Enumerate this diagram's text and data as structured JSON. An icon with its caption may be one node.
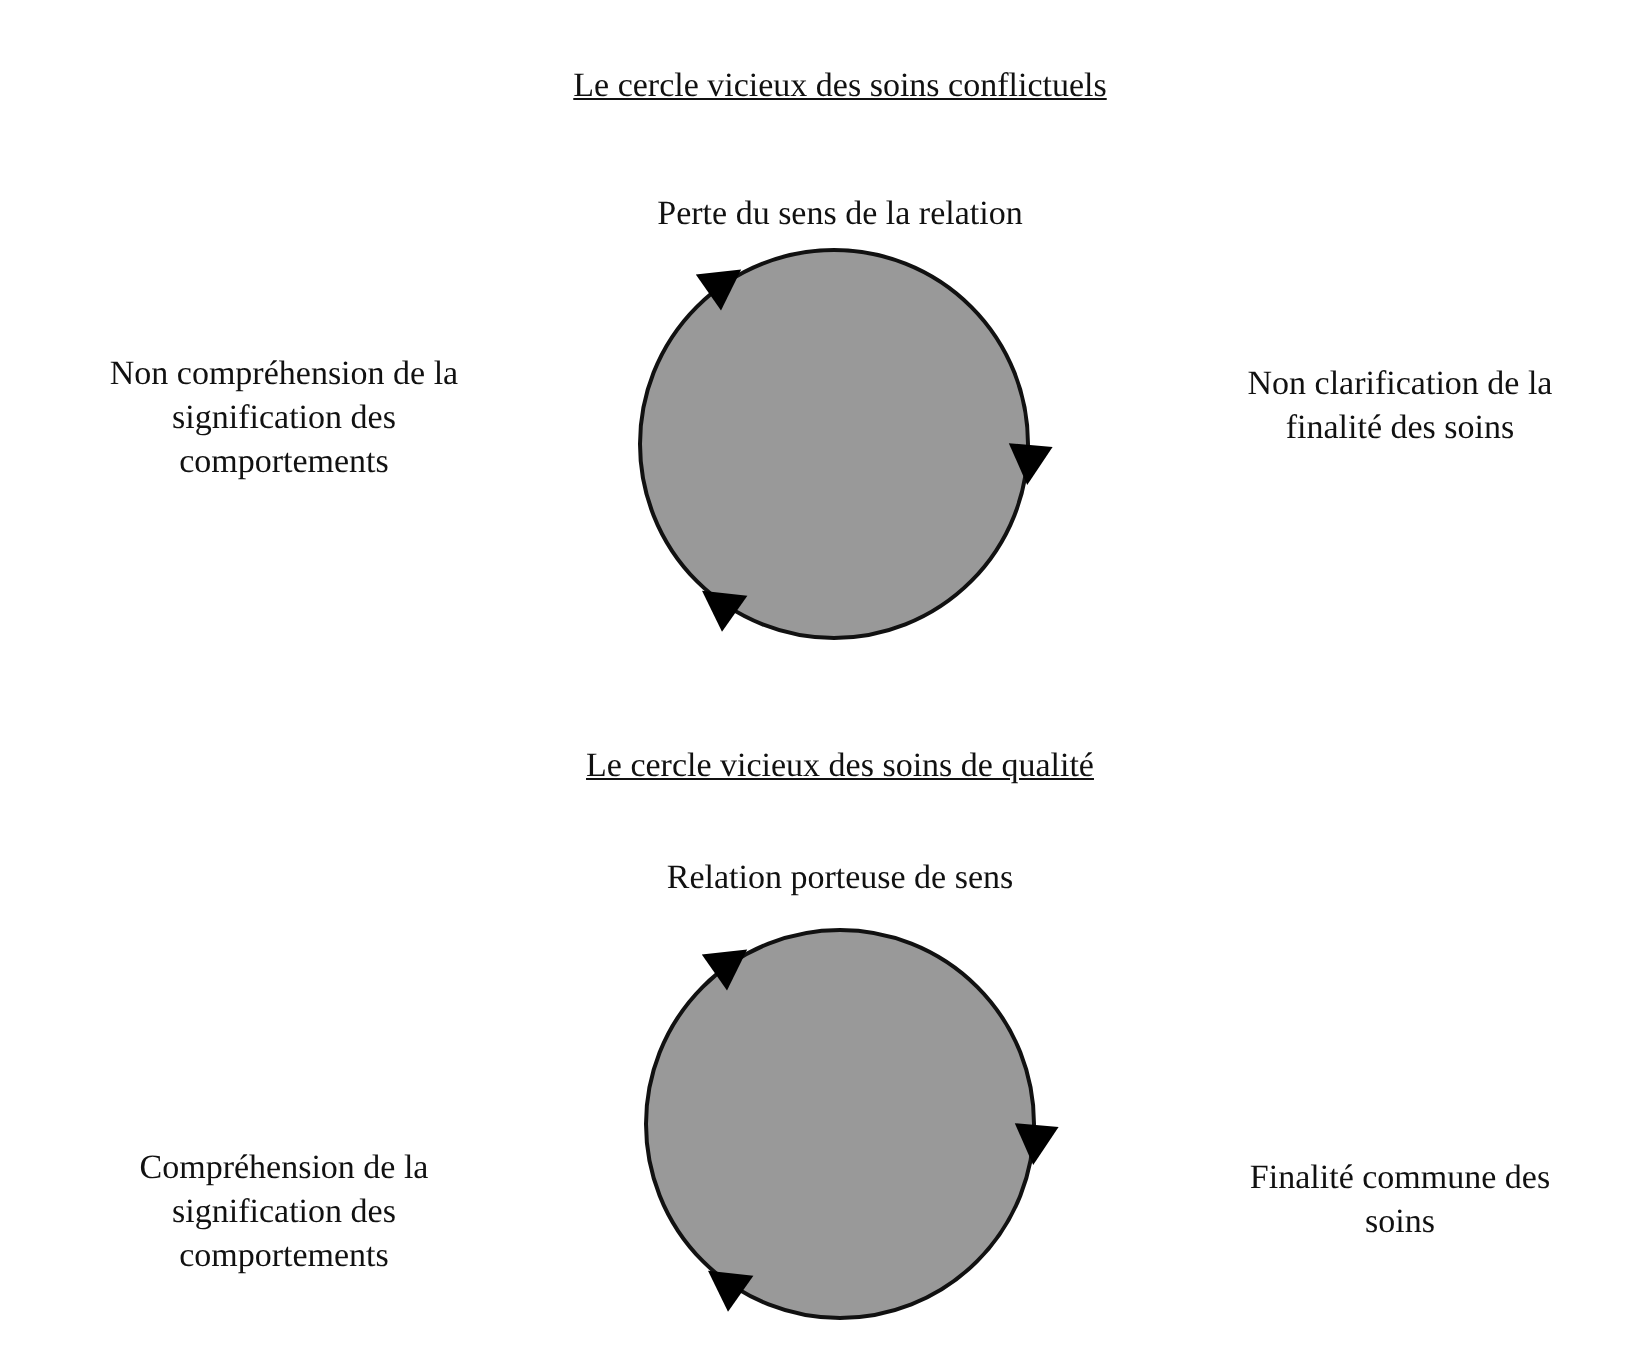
{
  "diagram": {
    "nodes": [
      {
        "text": [],
        "shape": "circle"
      },
      {
        "text": [],
        "shape": "circle"
      }
    ],
    "labels": [
      "Le cercle vicieux des soins conflictuels",
      "Perte du sens de la relation",
      "Non compréhension de la signification des comportements",
      "Non clarification de la finalité des soins",
      "Le cercle vicieux des soins de qualité",
      "Relation porteuse de sens",
      "Compréhension de la signification des comportements",
      "Finalité commune des soins"
    ]
  }
}
